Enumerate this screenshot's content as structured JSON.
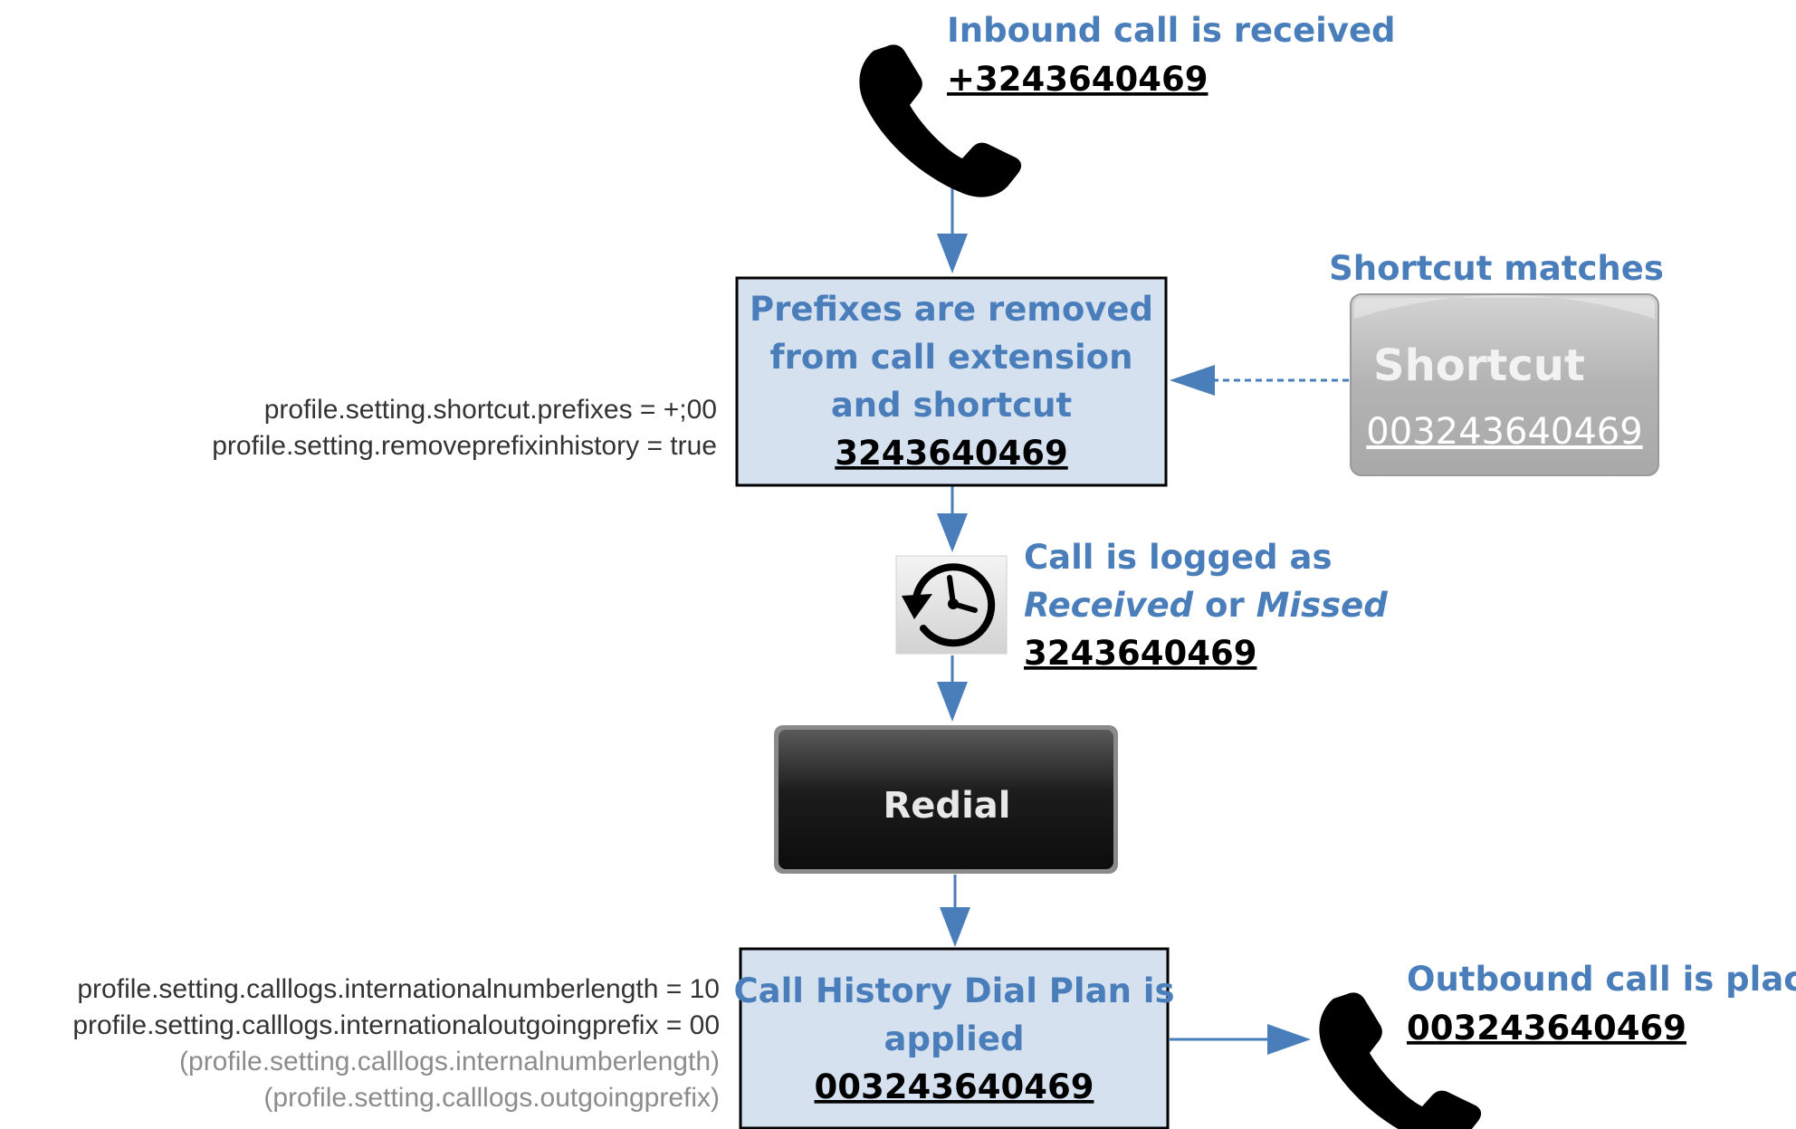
{
  "colors": {
    "accent": "#4a7ebb",
    "box_fill": "#d6e1f0",
    "box_border": "#000000",
    "shortcut_bg": "#b9b9b9",
    "redial_bg": "#1a1a1a"
  },
  "inbound": {
    "icon": "phone-handset-icon",
    "title": "Inbound call is received",
    "number": "+3243640469"
  },
  "prefix_box": {
    "line1": "Prefixes are removed",
    "line2": "from call extension",
    "line3": "and shortcut",
    "number": "3243640469"
  },
  "prefix_config": [
    "profile.setting.shortcut.prefixes = +;00",
    "profile.setting.removeprefixinhistory = true"
  ],
  "shortcut": {
    "title": "Shortcut matches",
    "button_label": "Shortcut",
    "number": "003243640469"
  },
  "log": {
    "icon": "call-history-clock-icon",
    "line1": "Call is logged as",
    "received": "Received",
    "or": " or ",
    "missed": "Missed",
    "number": "3243640469"
  },
  "redial": {
    "label": "Redial"
  },
  "dialplan_box": {
    "line1": "Call History Dial Plan is",
    "line2": "applied",
    "number": "003243640469"
  },
  "dialplan_config": [
    "profile.setting.calllogs.internationalnumberlength = 10",
    "profile.setting.calllogs.internationaloutgoingprefix = 00"
  ],
  "dialplan_config_optional": [
    "(profile.setting.calllogs.internalnumberlength)",
    "(profile.setting.calllogs.outgoingprefix)"
  ],
  "outbound": {
    "icon": "phone-handset-icon",
    "title": "Outbound call is placed",
    "number": "003243640469"
  }
}
